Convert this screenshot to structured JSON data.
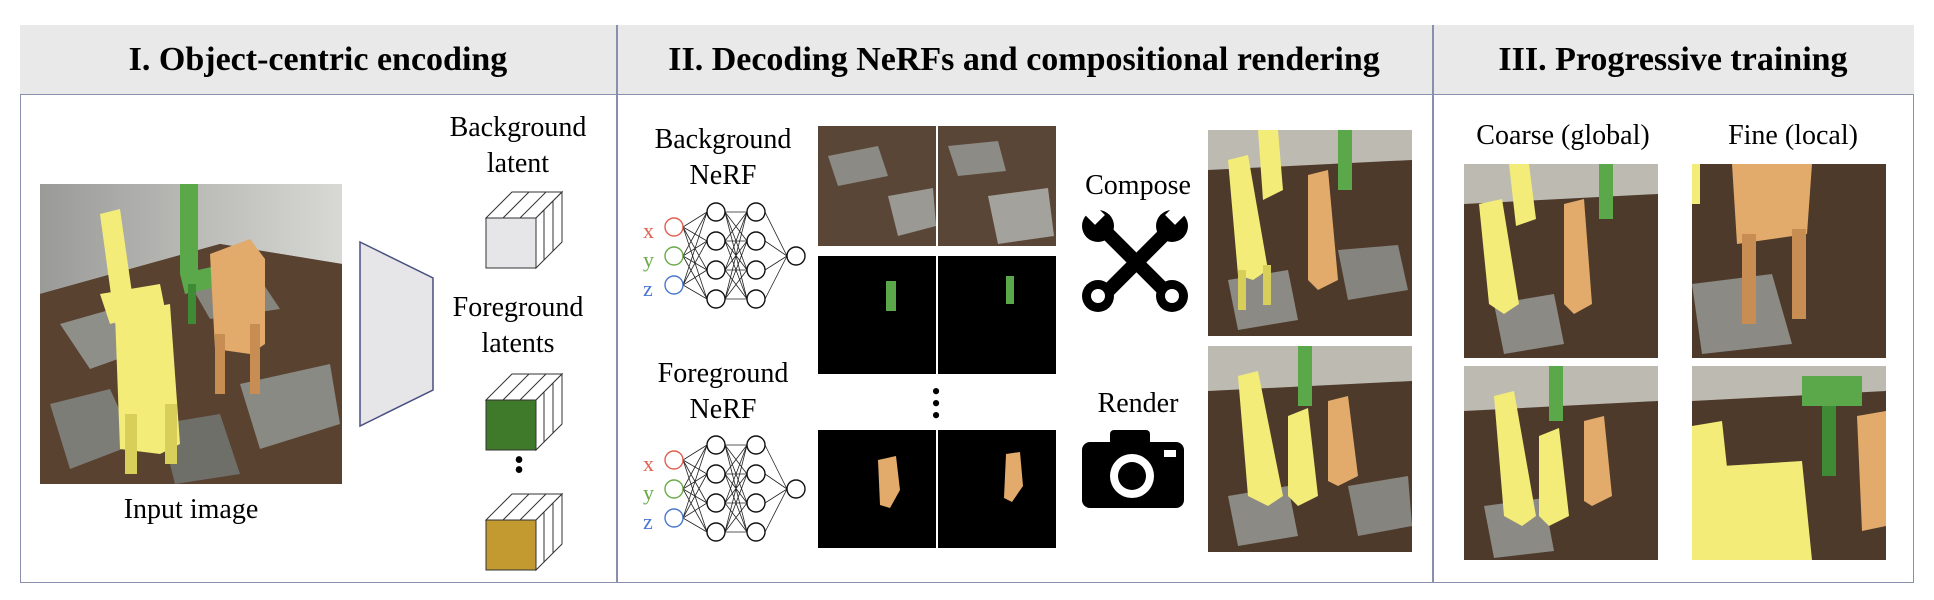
{
  "sections": [
    {
      "title": "I. Object-centric encoding"
    },
    {
      "title": "II. Decoding NeRFs and compositional rendering"
    },
    {
      "title": "III. Progressive training"
    }
  ],
  "encoding": {
    "input_label": "Input image",
    "background_latent_label": "Background latent",
    "foreground_latents_label": "Foreground latents",
    "ellipsis": "•"
  },
  "decoding": {
    "background_nerf_label": "Background NeRF",
    "foreground_nerf_label": "Foreground NeRF",
    "coords": [
      "x",
      "y",
      "z"
    ],
    "coord_colors": [
      "#e06050",
      "#6aaa48",
      "#4a78d0"
    ],
    "compose_label": "Compose",
    "render_label": "Render",
    "compose_icon": "wrench-icon",
    "render_icon": "camera-icon"
  },
  "training": {
    "coarse_label": "Coarse (global)",
    "fine_label": "Fine (local)"
  },
  "colors": {
    "header_bg": "#e9e9e9",
    "border": "#8a8fb0",
    "latent_green": "#3f7a2a",
    "latent_gold": "#c29a30",
    "encoder_fill": "#e6e6e8"
  }
}
